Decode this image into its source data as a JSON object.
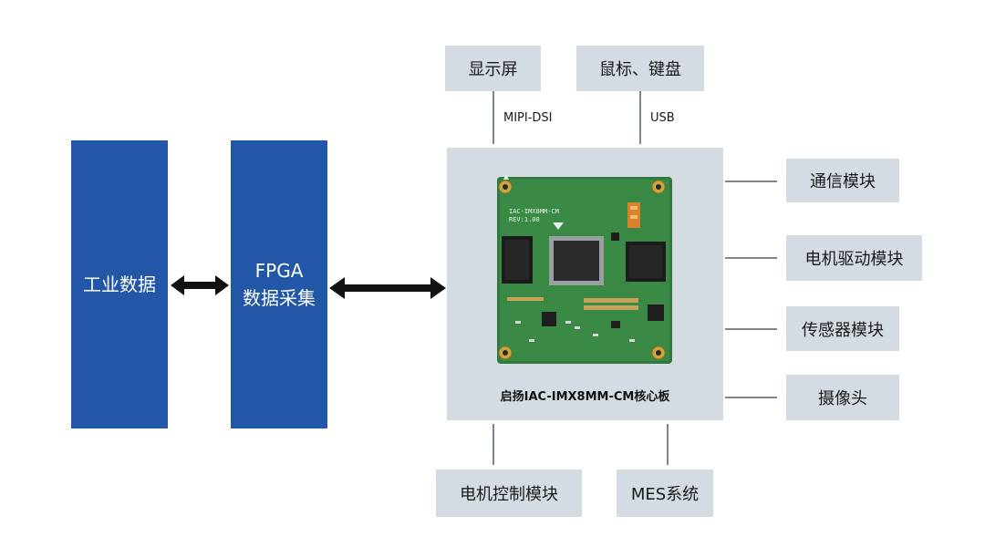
{
  "left_blocks": {
    "industrial_data": "工业数据",
    "fpga_line1": "FPGA",
    "fpga_line2": "数据采集"
  },
  "top_peripherals": {
    "display": "显示屏",
    "mouse_keyboard": "鼠标、键盘"
  },
  "interfaces": {
    "display_link": "MIPI-DSI",
    "input_link": "USB"
  },
  "core_board": {
    "caption": "启扬IAC-IMX8MM-CM核心板",
    "silkscreen_model": "IAC-IMX8MM-CM",
    "silkscreen_rev": "REV:1.00",
    "pcb_color": "#2f7a3c"
  },
  "right_peripherals": [
    "通信模块",
    "电机驱动模块",
    "传感器模块",
    "摄像头"
  ],
  "bottom_peripherals": {
    "motor_control": "电机控制模块",
    "mes": "MES系统"
  },
  "colors": {
    "blue_block": "#2157a6",
    "grey_block": "#d5dbe2",
    "connector": "#7d858d",
    "arrow": "#111111"
  }
}
